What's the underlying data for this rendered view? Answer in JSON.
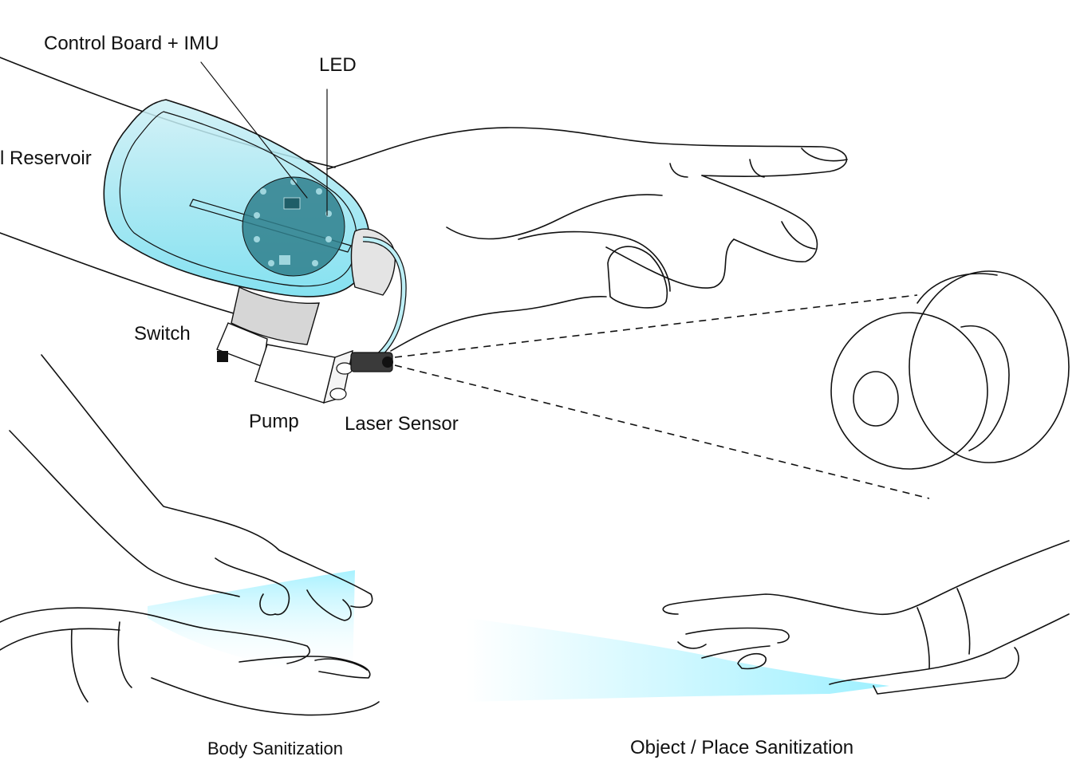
{
  "labels": {
    "control_board": "Control Board + IMU",
    "led": "LED",
    "reservoir": "l Reservoir",
    "switch": "Switch",
    "pump": "Pump",
    "laser_sensor": "Laser Sensor"
  },
  "captions": {
    "body": "Body  Sanitization",
    "object": "Object / Place Sanitization"
  },
  "colors": {
    "reservoir_fill": "#7fd6e6",
    "board": "#2f7f8c",
    "spray": "#9ef0ff"
  }
}
